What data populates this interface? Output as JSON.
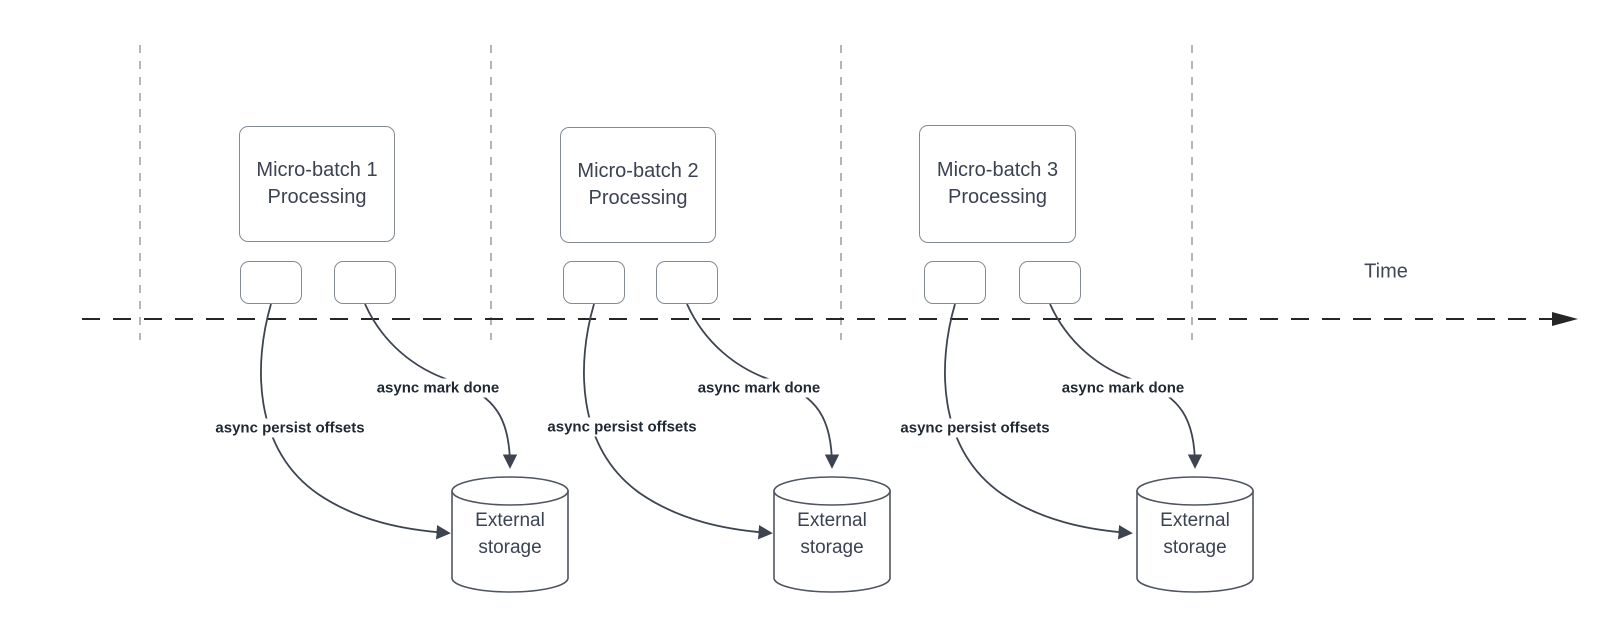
{
  "axis": {
    "time_label": "Time"
  },
  "columns": [
    {
      "batch_label": "Micro-batch 1\nProcessing",
      "persist_arrow_label": "async persist offsets",
      "mark_done_arrow_label": "async mark done",
      "storage_label": "External\nstorage"
    },
    {
      "batch_label": "Micro-batch 2\nProcessing",
      "persist_arrow_label": "async persist offsets",
      "mark_done_arrow_label": "async mark done",
      "storage_label": "External\nstorage"
    },
    {
      "batch_label": "Micro-batch 3\nProcessing",
      "persist_arrow_label": "async persist offsets",
      "mark_done_arrow_label": "async mark done",
      "storage_label": "External\nstorage"
    }
  ],
  "colors": {
    "background": "#ffffff",
    "arrow_line": "#3d4450",
    "timeline_axis": "#262626",
    "gridline": "#b5b5b5",
    "box_border": "#848a94",
    "cylinder_border": "#4f5560",
    "box_text": "#3b4252",
    "arrow_label_text": "#1f2833"
  }
}
